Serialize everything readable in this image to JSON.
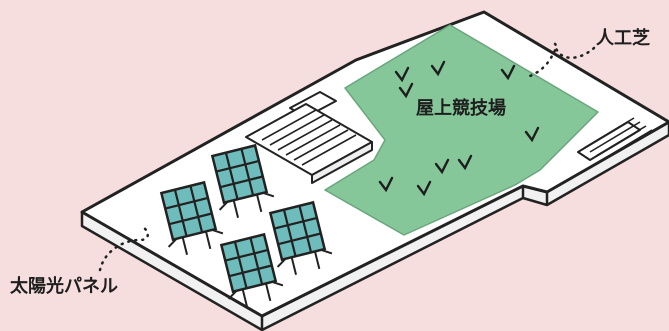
{
  "labels": {
    "artificial_turf": "人工芝",
    "rooftop_arena": "屋上競技場",
    "solar_panels": "太陽光パネル"
  },
  "colors": {
    "background": "#f6dede",
    "roof": "#ffffff",
    "outline": "#222222",
    "turf": "#86c79a",
    "panel": "#6fbcbc"
  },
  "icons": [
    "grass-tuft-icon",
    "solar-panel-icon",
    "staircase-icon"
  ]
}
